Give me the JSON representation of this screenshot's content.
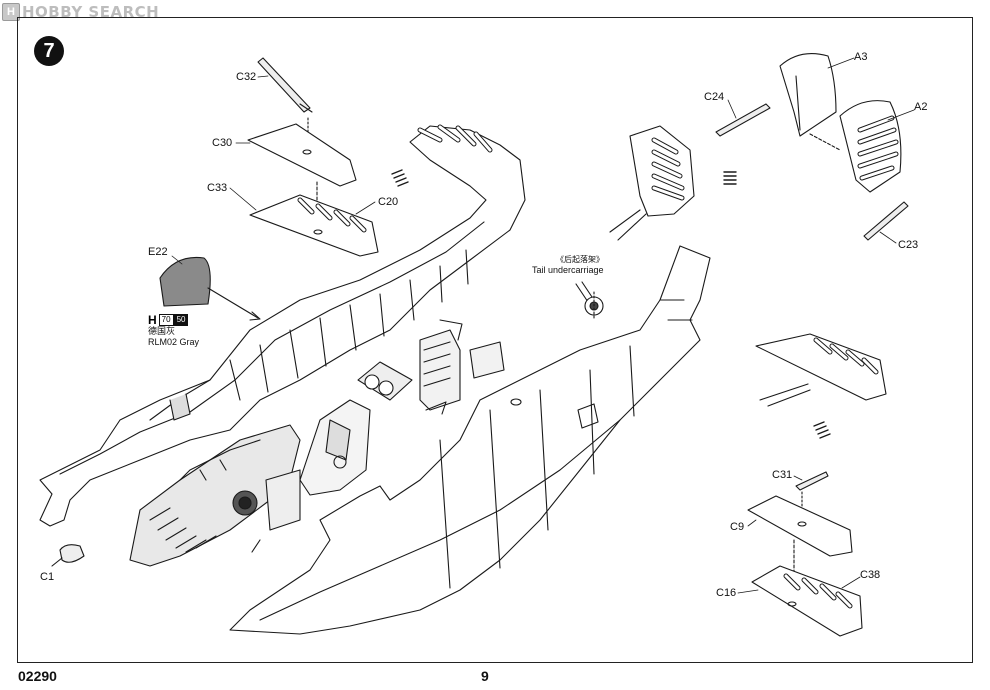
{
  "watermark": {
    "icon_letter": "H",
    "text": "HOBBY SEARCH"
  },
  "step_number": "7",
  "footer": {
    "product_code": "02290",
    "page_number": "9"
  },
  "parts": {
    "c32": "C32",
    "c30": "C30",
    "c33": "C33",
    "c20": "C20",
    "e22": "E22",
    "c1": "C1",
    "c24": "C24",
    "a3": "A3",
    "a2": "A2",
    "c23": "C23",
    "c31": "C31",
    "c9": "C9",
    "c16": "C16",
    "c38": "C38"
  },
  "tail_undercarriage": {
    "cn": "《后起落架》",
    "en": "Tail undercarriage"
  },
  "paint": {
    "letter": "H",
    "code1": "70",
    "code2": "50",
    "cn": "德国灰",
    "en": "RLM02 Gray"
  },
  "colors": {
    "line": "#1a1a1a",
    "gray_fill": "#8a8a8a",
    "light_gray": "#d8d8d8",
    "logo_gray": "#bdbdbd"
  }
}
